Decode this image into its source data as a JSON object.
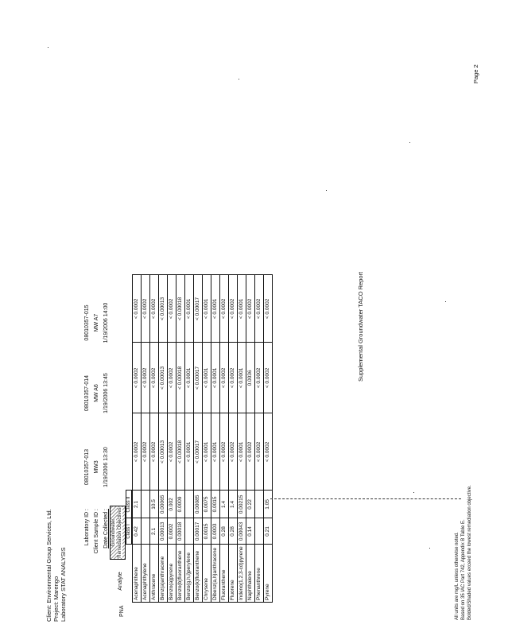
{
  "report_title": "Supplemental Groundwater TACO Report",
  "page_label": "Page 2",
  "header": {
    "client": "Client:  Environmental Group Services, Ltd.",
    "project": "Project:  Marengo",
    "laboratory": "Laboratory   STAT ANALYSIS"
  },
  "section": "PNA",
  "objectives_label": "Groundwater Remediation Objectives",
  "sample_labels": {
    "lab_id": "Laboratory ID :",
    "client_sample_id": "Client Sample ID :",
    "date_collected": "Date Collected :"
  },
  "samples": [
    {
      "lab_id": "08010357-013",
      "client_sample_id": "MW3",
      "date_collected": "1/19/2006 13:30"
    },
    {
      "lab_id": "08010357-014",
      "client_sample_id": "MW A6",
      "date_collected": "1/19/2006 13:45"
    },
    {
      "lab_id": "08010357-015",
      "client_sample_id": "MW A7",
      "date_collected": "1/19/2006 14:00"
    }
  ],
  "columns": {
    "analyte": "Analyte",
    "class1": "Class I",
    "class2": "Class II"
  },
  "rows": [
    {
      "analyte": "Acenaphthene",
      "c1": "0.42",
      "c2": "2.1",
      "s": [
        "< 0.0002",
        "< 0.0002",
        "< 0.0002"
      ]
    },
    {
      "analyte": "Acenaphthylene",
      "c1": "",
      "c2": "",
      "s": [
        "< 0.0002",
        "< 0.0002",
        "< 0.0002"
      ]
    },
    {
      "analyte": "Anthracene",
      "c1": "2.1",
      "c2": "10.5",
      "s": [
        "< 0.0002",
        "< 0.0002",
        "< 0.0002"
      ]
    },
    {
      "analyte": "Benz(a)anthracene",
      "c1": "0.00013",
      "c2": "0.00065",
      "s": [
        "< 0.00013",
        "< 0.00013",
        "< 0.00013"
      ]
    },
    {
      "analyte": "Benzo(a)pyrene",
      "c1": "0.0002",
      "c2": "0.002",
      "s": [
        "< 0.0002",
        "< 0.0002",
        "< 0.0002"
      ]
    },
    {
      "analyte": "Benzo(b)fluoranthene",
      "c1": "0.00018",
      "c2": "0.0009",
      "s": [
        "< 0.00018",
        "< 0.00018",
        "< 0.00018"
      ]
    },
    {
      "analyte": "Benzo(g,h,i)perylene",
      "c1": "",
      "c2": "",
      "s": [
        "< 0.0001",
        "< 0.0001",
        "< 0.0001"
      ]
    },
    {
      "analyte": "Benzo(k)fluoranthene",
      "c1": "0.00017",
      "c2": "0.00085",
      "s": [
        "< 0.00017",
        "< 0.00017",
        "< 0.00017"
      ]
    },
    {
      "analyte": "Chrysene",
      "c1": "0.0015",
      "c2": "0.0075",
      "s": [
        "< 0.0001",
        "< 0.0001",
        "< 0.0001"
      ]
    },
    {
      "analyte": "Dibenz(a,h)anthracene",
      "c1": "0.0003",
      "c2": "0.0015",
      "s": [
        "< 0.0001",
        "< 0.0001",
        "< 0.0001"
      ]
    },
    {
      "analyte": "Fluoranthene",
      "c1": "0.28",
      "c2": "1.4",
      "s": [
        "< 0.0002",
        "< 0.0002",
        "< 0.0002"
      ]
    },
    {
      "analyte": "Fluorene",
      "c1": "0.28",
      "c2": "1.4",
      "s": [
        "< 0.0002",
        "< 0.0002",
        "< 0.0002"
      ]
    },
    {
      "analyte": "Indeno(1,2,3-cd)pyrene",
      "c1": "0.00043",
      "c2": "0.00215",
      "s": [
        "< 0.0001",
        "< 0.0001",
        "< 0.0001"
      ]
    },
    {
      "analyte": "Naphthalene",
      "c1": "0.14",
      "c2": "0.22",
      "s": [
        "< 0.0002",
        "0.0036",
        "< 0.0002"
      ]
    },
    {
      "analyte": "Phenanthrene",
      "c1": "",
      "c2": "",
      "s": [
        "< 0.0002",
        "< 0.0002",
        "< 0.0002"
      ]
    },
    {
      "analyte": "Pyrene",
      "c1": "0.21",
      "c2": "1.05",
      "s": [
        "< 0.0002",
        "< 0.0002",
        "< 0.0002"
      ]
    }
  ],
  "footnotes": [
    "All units are mg/L unless otherwise noted.",
    "Based on 35 IAC Part 742, Appendix B Table E.",
    "Bolded/Shaded values exceed the lowest remediation objective."
  ]
}
